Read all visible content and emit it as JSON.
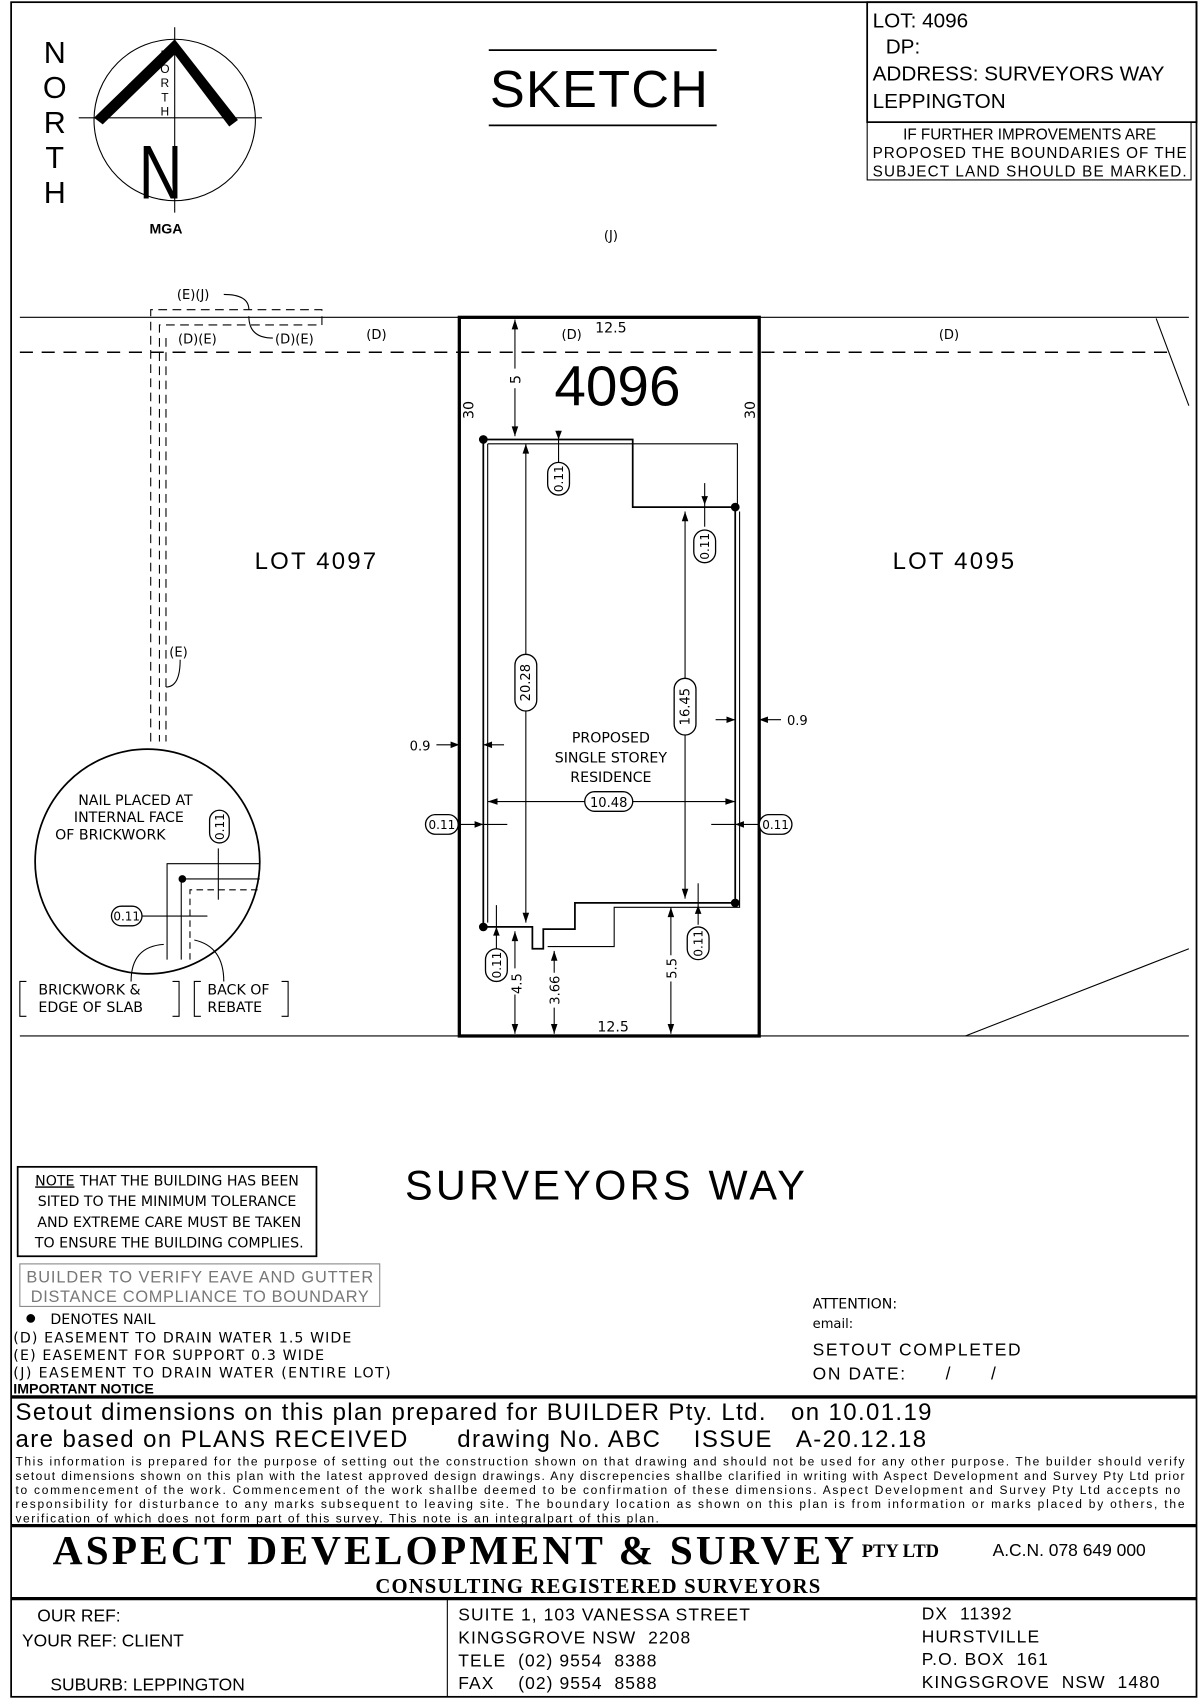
{
  "title_block": {
    "lot": "LOT: 4096",
    "dp": "DP:",
    "address": "ADDRESS: SURVEYORS WAY",
    "suburb": "LEPPINGTON",
    "notice": [
      "IF FURTHER IMPROVEMENTS ARE",
      "PROPOSED THE BOUNDARIES OF THE",
      "SUBJECT LAND SHOULD BE MARKED."
    ]
  },
  "north": {
    "letters": [
      "N",
      "O",
      "R",
      "T",
      "H"
    ],
    "arrow_label": [
      "N",
      "O",
      "R",
      "T",
      "H"
    ],
    "big_n": "N",
    "datum": "MGA"
  },
  "sketch_title": "SKETCH",
  "plan": {
    "easement_j": "(J)",
    "easement_ej": "(E)(J)",
    "easement_de": "(D)(E)",
    "easement_de2": "(D)(E)",
    "easement_d": "(D)",
    "easement_e": "(E)",
    "lot_number": "4096",
    "lot_left": "LOT 4097",
    "lot_right": "LOT 4095",
    "frontage_top": "12.5",
    "frontage_bottom": "12.5",
    "depth_left": "30",
    "depth_right": "30",
    "setback_rear": "5",
    "building_label": [
      "PROPOSED",
      "SINGLE STOREY",
      "RESIDENCE"
    ],
    "dim_20_28": "20.28",
    "dim_16_45": "16.45",
    "dim_10_48": "10.48",
    "offset": "0.11",
    "side_left": "0.9",
    "side_right": "0.9",
    "front_4_5": "4.5",
    "front_3_66": "3.66",
    "front_5_5": "5.5",
    "street": "SURVEYORS WAY"
  },
  "detail": {
    "label": [
      "NAIL PLACED AT",
      "INTERNAL FACE",
      "OF BRICKWORK"
    ],
    "offset": "0.11",
    "brickwork": [
      "BRICKWORK &",
      "EDGE OF SLAB"
    ],
    "rebate": [
      "BACK OF",
      "REBATE"
    ]
  },
  "notes": {
    "note_word": "NOTE",
    "note_lines": [
      "THAT THE BUILDING HAS BEEN",
      "SITED TO THE MINIMUM TOLERANCE",
      "AND EXTREME CARE MUST BE TAKEN",
      "TO ENSURE THE BUILDING COMPLIES."
    ],
    "builder_verify": [
      "BUILDER TO VERIFY EAVE AND GUTTER",
      "DISTANCE COMPLIANCE TO BOUNDARY"
    ],
    "nail_legend": "DENOTES NAIL",
    "easements": [
      "(D) EASEMENT TO DRAIN WATER 1.5 WIDE",
      "(E) EASEMENT FOR SUPPORT 0.3 WIDE",
      "(J) EASEMENT TO DRAIN WATER (ENTIRE LOT)"
    ],
    "important": "IMPORTANT NOTICE"
  },
  "attention": {
    "attention": "ATTENTION:",
    "email": "email:",
    "setout": "SETOUT COMPLETED",
    "on_date": "ON DATE:      /      /"
  },
  "important_notice": {
    "line1": "Setout dimensions on this plan prepared for BUILDER Pty. Ltd.   on 10.01.19",
    "line2": "are based on PLANS RECEIVED      drawing No. ABC    ISSUE   A-20.12.18",
    "body": [
      "This information is prepared for  the purpose of setting out  the construction shown on that drawing  and should not be used for any other purpose. The builder should verify",
      "setout dimensions shown on this plan  with the latest approved design drawings. Any discrepencies shallbe clarified in writing with Aspect Development and Survey Pty Ltd prior",
      "to commencement of the work.  Commencement of the work  shallbe deemed to be  confirmation of these dimensions.  Aspect Development and Survey Pty Ltd  accepts no",
      "responsibility for disturbance to any marks  subsequent to leaving site.  The boundary location  as shown on this plan  is from information  or marks placed by others, the",
      "verification of which does not form  part of this survey. This note is an integralpart of this plan."
    ]
  },
  "company": {
    "name": "ASPECT DEVELOPMENT & SURVEY",
    "pty": "PTY LTD",
    "acn": "A.C.N. 078 649 000",
    "tagline": "CONSULTING REGISTERED SURVEYORS"
  },
  "footer": {
    "our_ref": "OUR REF:",
    "your_ref": "YOUR REF: CLIENT",
    "suburb": "SUBURB: LEPPINGTON",
    "address": [
      "SUITE 1, 103 VANESSA STREET",
      "KINGSGROVE NSW  2208",
      "TELE  (02) 9554  8388",
      "FAX    (02) 9554  8588"
    ],
    "postal": [
      "DX  11392",
      "HURSTVILLE",
      "P.O. BOX  161",
      "KINGSGROVE  NSW  1480"
    ]
  }
}
